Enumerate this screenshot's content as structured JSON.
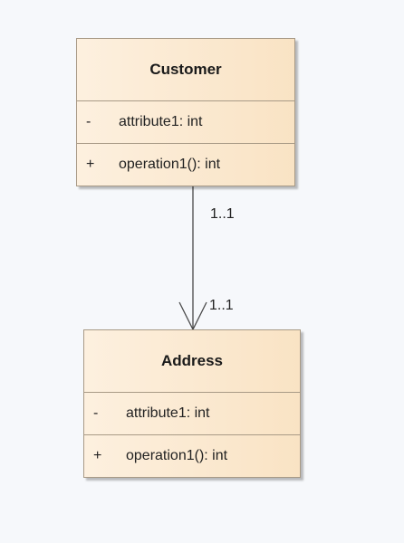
{
  "diagram": {
    "classes": [
      {
        "name": "Customer",
        "attributes": [
          {
            "visibility": "-",
            "text": "attribute1: int"
          }
        ],
        "operations": [
          {
            "visibility": "+",
            "text": "operation1(): int"
          }
        ]
      },
      {
        "name": "Address",
        "attributes": [
          {
            "visibility": "-",
            "text": "attribute1: int"
          }
        ],
        "operations": [
          {
            "visibility": "+",
            "text": "operation1(): int"
          }
        ]
      }
    ],
    "association": {
      "source_multiplicity": "1..1",
      "target_multiplicity": "1..1"
    }
  }
}
